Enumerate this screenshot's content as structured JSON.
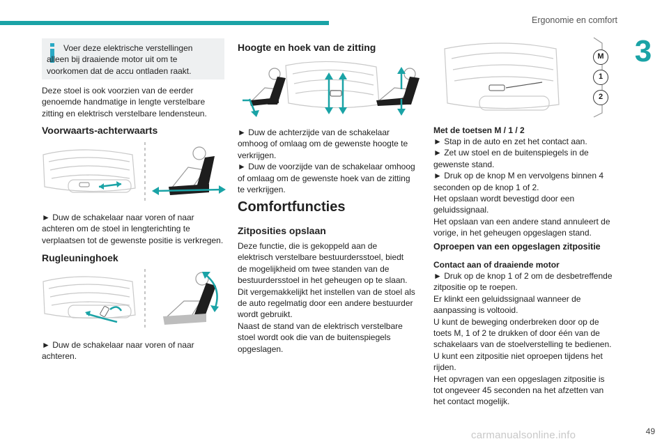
{
  "header": {
    "chapter_title": "Ergonomie en comfort",
    "chapter_number": "3",
    "accent_color": "#1aa3a6"
  },
  "col1": {
    "info_lines": [
      "Voer deze elektrische verstellingen",
      "alleen bij draaiende motor uit om te",
      "voorkomen dat de accu ontladen raakt."
    ],
    "intro_lines": [
      "Deze stoel is ook voorzien van de eerder",
      "genoemde handmatige in lengte verstelbare",
      "zitting en elektrisch verstelbare lendensteun."
    ],
    "sec1_heading": "Voorwaarts-achterwaarts",
    "sec1_lines": [
      "► Duw de schakelaar naar voren of naar",
      "achteren om de stoel in lengterichting te",
      "verplaatsen tot de gewenste positie is verkregen."
    ],
    "sec2_heading": "Rugleuninghoek",
    "sec2_lines": [
      "► Duw de schakelaar naar voren of naar",
      "achteren."
    ]
  },
  "col2": {
    "sec_heading": "Hoogte en hoek van de zitting",
    "sec_lines": [
      "► Duw de achterzijde van de schakelaar",
      "omhoog of omlaag om de gewenste hoogte te",
      "verkrijgen.",
      "► Duw de voorzijde van de schakelaar omhoog",
      "of omlaag om de gewenste hoek van de zitting",
      "te verkrijgen."
    ],
    "main_heading": "Comfortfuncties",
    "sub_heading": "Zitposities opslaan",
    "body_lines": [
      "Deze functie, die is gekoppeld aan de",
      "elektrisch verstelbare bestuurdersstoel, biedt",
      "de mogelijkheid om twee standen van de",
      "bestuurdersstoel in het geheugen op te slaan.",
      "Dit vergemakkelijkt het instellen van de stoel als",
      "de auto regelmatig door een andere bestuurder",
      "wordt gebruikt.",
      "Naast de stand van de elektrisch verstelbare",
      "stoel wordt ook die van de buitenspiegels",
      "opgeslagen."
    ]
  },
  "col3": {
    "memory_buttons": [
      "M",
      "1",
      "2"
    ],
    "keys_heading": "Met de toetsen M / 1 / 2",
    "keys_lines": [
      "► Stap in de auto en zet het contact aan.",
      "► Zet uw stoel en de buitenspiegels in de",
      "gewenste stand.",
      "► Druk op de knop M en vervolgens binnen 4",
      "seconden op de knop 1 of 2.",
      "Het opslaan wordt bevestigd door een",
      "geluidssignaal.",
      "Het opslaan van een andere stand annuleert de",
      "vorige, in het geheugen opgeslagen stand."
    ],
    "recall_heading": "Oproepen van een opgeslagen zitpositie",
    "contact_heading": "Contact aan of draaiende motor",
    "recall_lines": [
      "► Druk op de knop 1 of 2 om de desbetreffende",
      "zitpositie op te roepen.",
      "Er klinkt een geluidssignaal wanneer de",
      "aanpassing is voltooid.",
      "U kunt de beweging onderbreken door op de",
      "toets M, 1 of 2 te drukken of door één van de",
      "schakelaars van de stoelverstelling te bedienen.",
      "U kunt een zitpositie niet oproepen tijdens het",
      "rijden.",
      "Het opvragen van een opgeslagen zitpositie is",
      "tot ongeveer 45 seconden na het afzetten van",
      "het contact mogelijk."
    ]
  },
  "footer": {
    "page_number": "49",
    "watermark": "carmanualsonline.info"
  }
}
